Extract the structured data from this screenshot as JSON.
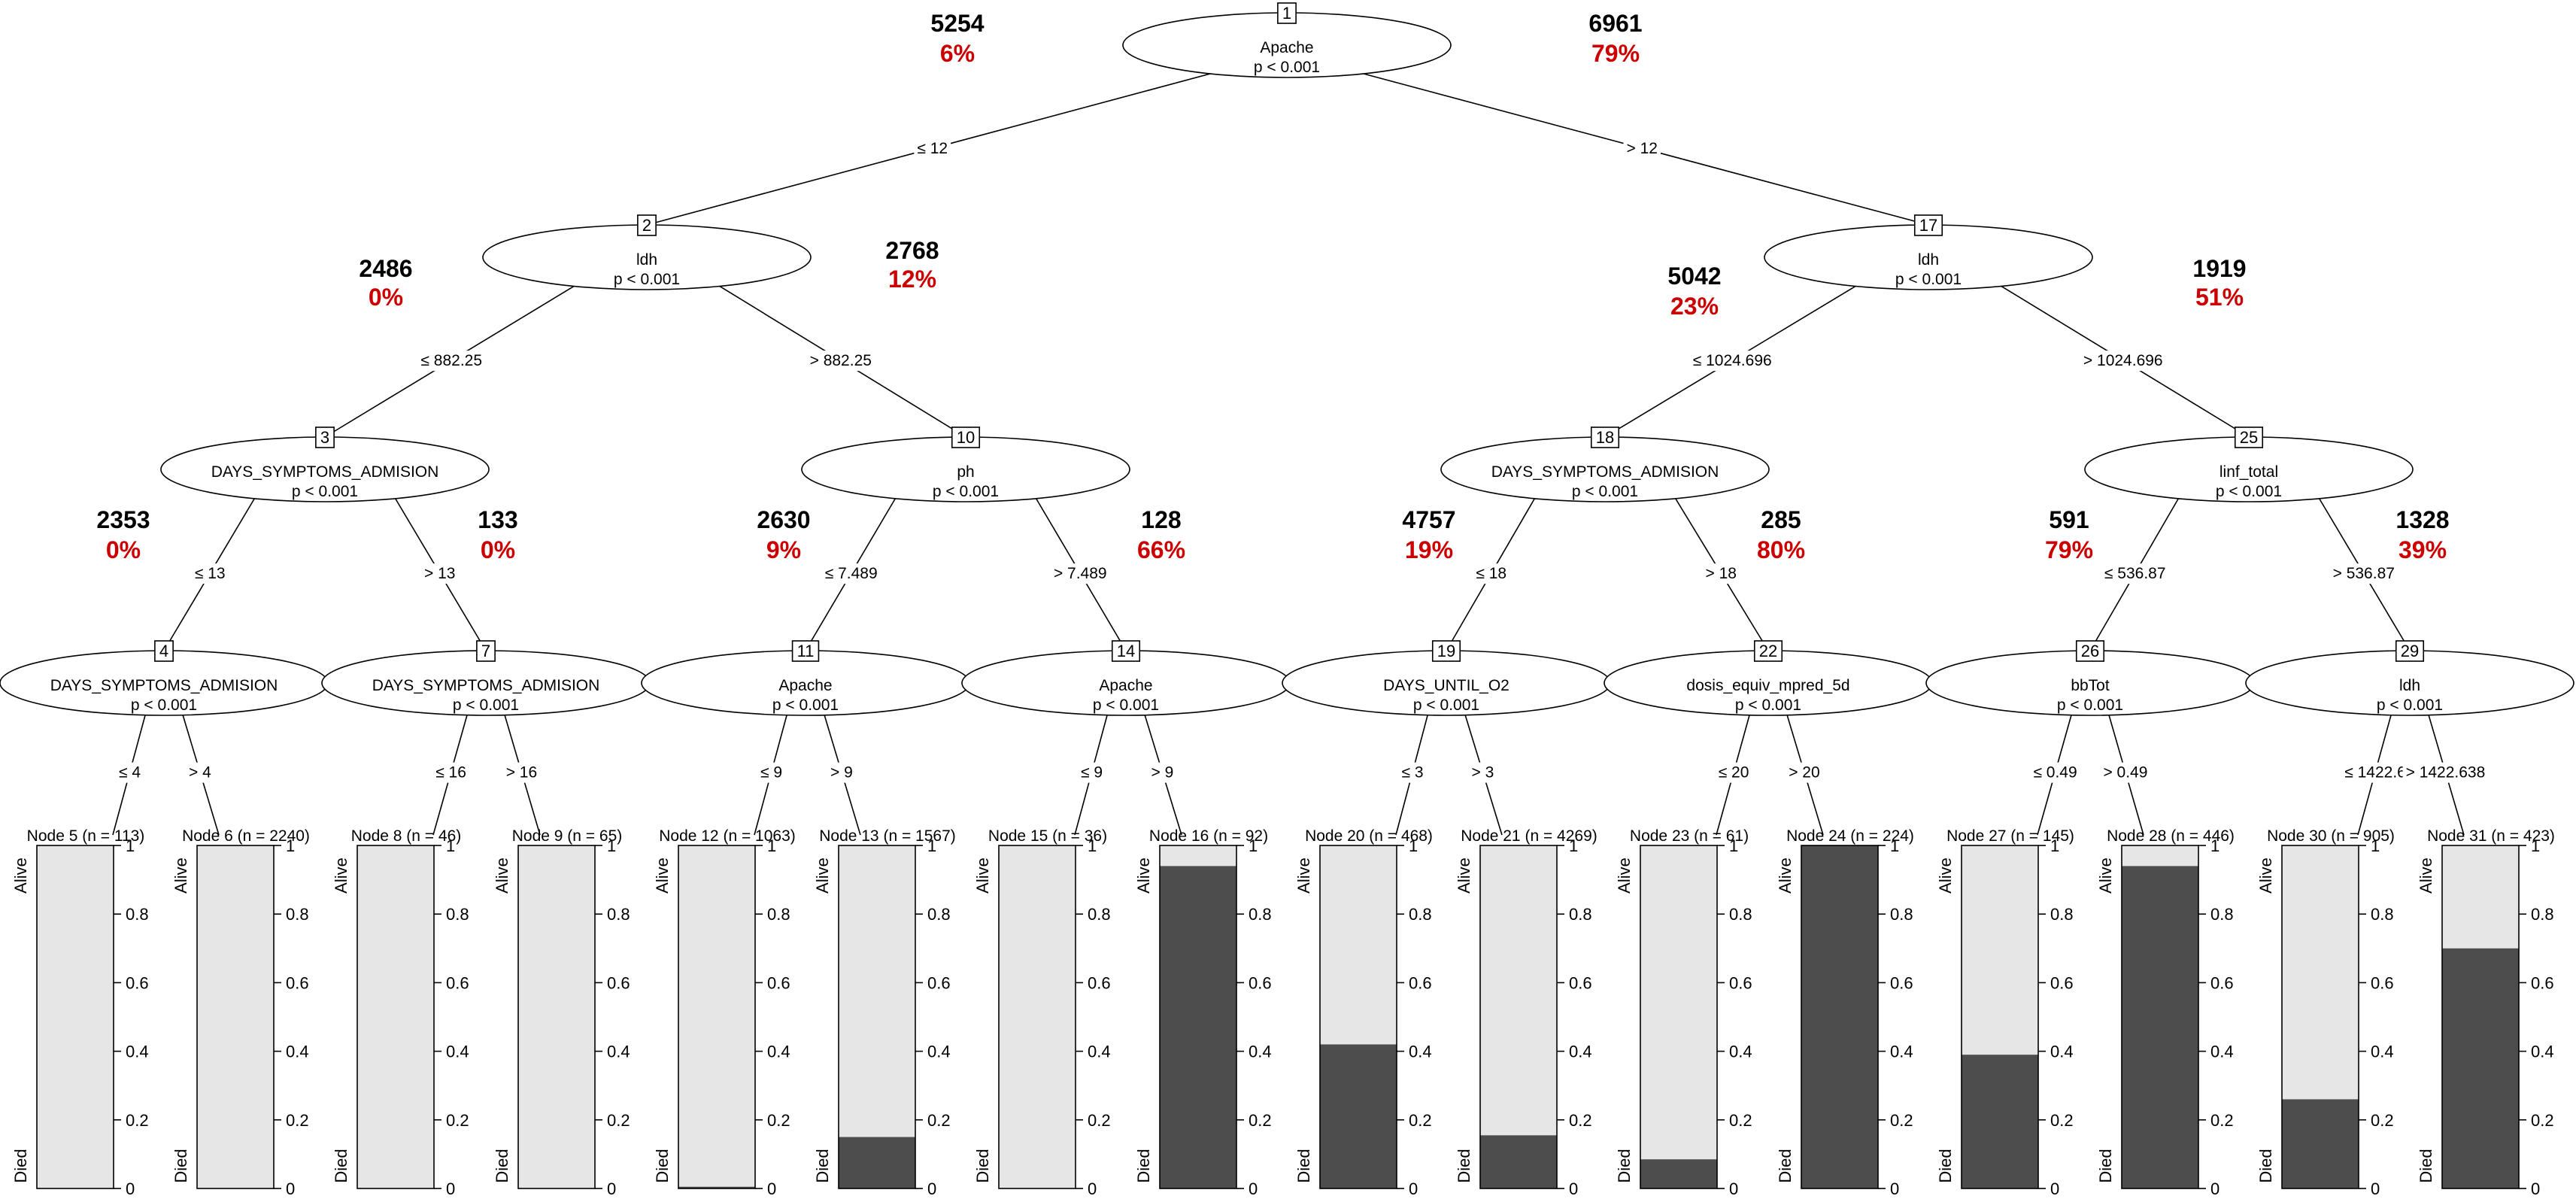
{
  "colors": {
    "died": "#4d4d4d",
    "alive": "#e6e6e6",
    "pct_red": "#cc0000"
  },
  "internal_nodes": [
    {
      "id": "1",
      "var": "Apache",
      "p": "p < 0.001"
    },
    {
      "id": "2",
      "var": "ldh",
      "p": "p < 0.001"
    },
    {
      "id": "3",
      "var": "DAYS_SYMPTOMS_ADMISION",
      "p": "p < 0.001"
    },
    {
      "id": "4",
      "var": "DAYS_SYMPTOMS_ADMISION",
      "p": "p < 0.001"
    },
    {
      "id": "7",
      "var": "DAYS_SYMPTOMS_ADMISION",
      "p": "p < 0.001"
    },
    {
      "id": "10",
      "var": "ph",
      "p": "p < 0.001"
    },
    {
      "id": "11",
      "var": "Apache",
      "p": "p < 0.001"
    },
    {
      "id": "14",
      "var": "Apache",
      "p": "p < 0.001"
    },
    {
      "id": "17",
      "var": "ldh",
      "p": "p < 0.001"
    },
    {
      "id": "18",
      "var": "DAYS_SYMPTOMS_ADMISION",
      "p": "p < 0.001"
    },
    {
      "id": "19",
      "var": "DAYS_UNTIL_O2",
      "p": "p < 0.001"
    },
    {
      "id": "22",
      "var": "dosis_equiv_mpred_5d",
      "p": "p < 0.001"
    },
    {
      "id": "25",
      "var": "linf_total",
      "p": "p < 0.001"
    },
    {
      "id": "26",
      "var": "bbTot",
      "p": "p < 0.001"
    },
    {
      "id": "29",
      "var": "ldh",
      "p": "p < 0.001"
    }
  ],
  "edges": [
    {
      "from": "1",
      "to": "2",
      "label": "≤ 12"
    },
    {
      "from": "1",
      "to": "17",
      "label": "> 12"
    },
    {
      "from": "2",
      "to": "3",
      "label": "≤ 882.25"
    },
    {
      "from": "2",
      "to": "10",
      "label": "> 882.25"
    },
    {
      "from": "3",
      "to": "4",
      "label": "≤ 13"
    },
    {
      "from": "3",
      "to": "7",
      "label": "> 13"
    },
    {
      "from": "10",
      "to": "11",
      "label": "≤ 7.489"
    },
    {
      "from": "10",
      "to": "14",
      "label": "> 7.489"
    },
    {
      "from": "17",
      "to": "18",
      "label": "≤ 1024.696"
    },
    {
      "from": "17",
      "to": "25",
      "label": "> 1024.696"
    },
    {
      "from": "18",
      "to": "19",
      "label": "≤ 18"
    },
    {
      "from": "18",
      "to": "22",
      "label": "> 18"
    },
    {
      "from": "25",
      "to": "26",
      "label": "≤ 536.87"
    },
    {
      "from": "25",
      "to": "29",
      "label": "> 536.87"
    },
    {
      "from": "4",
      "to": "5",
      "label": "≤ 4"
    },
    {
      "from": "4",
      "to": "6",
      "label": "> 4"
    },
    {
      "from": "7",
      "to": "8",
      "label": "≤ 16"
    },
    {
      "from": "7",
      "to": "9",
      "label": "> 16"
    },
    {
      "from": "11",
      "to": "12",
      "label": "≤ 9"
    },
    {
      "from": "11",
      "to": "13",
      "label": "> 9"
    },
    {
      "from": "14",
      "to": "15",
      "label": "≤ 9"
    },
    {
      "from": "14",
      "to": "16",
      "label": "> 9"
    },
    {
      "from": "19",
      "to": "20",
      "label": "≤ 3"
    },
    {
      "from": "19",
      "to": "21",
      "label": "> 3"
    },
    {
      "from": "22",
      "to": "23",
      "label": "≤ 20"
    },
    {
      "from": "22",
      "to": "24",
      "label": "> 20"
    },
    {
      "from": "26",
      "to": "27",
      "label": "≤ 0.49"
    },
    {
      "from": "26",
      "to": "28",
      "label": "> 0.49"
    },
    {
      "from": "29",
      "to": "30",
      "label": "≤ 1422.6"
    },
    {
      "from": "29",
      "to": "31",
      "label": "> 1422.638"
    }
  ],
  "annotations": [
    {
      "node": "1",
      "side": "left",
      "count": "5254",
      "pct": "6%"
    },
    {
      "node": "1",
      "side": "right",
      "count": "6961",
      "pct": "79%"
    },
    {
      "node": "2",
      "side": "left",
      "count": "2486",
      "pct": "0%"
    },
    {
      "node": "2",
      "side": "right",
      "count": "2768",
      "pct": "12%"
    },
    {
      "node": "17",
      "side": "left",
      "count": "5042",
      "pct": "23%"
    },
    {
      "node": "17",
      "side": "right",
      "count": "1919",
      "pct": "51%"
    },
    {
      "node": "3",
      "side": "left",
      "count": "2353",
      "pct": "0%"
    },
    {
      "node": "3",
      "side": "right",
      "count": "133",
      "pct": "0%"
    },
    {
      "node": "10",
      "side": "left",
      "count": "2630",
      "pct": "9%"
    },
    {
      "node": "10",
      "side": "right",
      "count": "128",
      "pct": "66%"
    },
    {
      "node": "18",
      "side": "left",
      "count": "4757",
      "pct": "19%"
    },
    {
      "node": "18",
      "side": "right",
      "count": "285",
      "pct": "80%"
    },
    {
      "node": "25",
      "side": "left",
      "count": "591",
      "pct": "79%"
    },
    {
      "node": "25",
      "side": "right",
      "count": "1328",
      "pct": "39%"
    }
  ],
  "terminal_nodes": [
    {
      "id": "5",
      "label": "Node 5 (n = 113)",
      "died_fraction": 0.0
    },
    {
      "id": "6",
      "label": "Node 6 (n = 2240)",
      "died_fraction": 0.0
    },
    {
      "id": "8",
      "label": "Node 8 (n = 46)",
      "died_fraction": 0.0
    },
    {
      "id": "9",
      "label": "Node 9 (n = 65)",
      "died_fraction": 0.0
    },
    {
      "id": "12",
      "label": "Node 12 (n = 1063)",
      "died_fraction": 0.005
    },
    {
      "id": "13",
      "label": "Node 13 (n = 1567)",
      "died_fraction": 0.15
    },
    {
      "id": "15",
      "label": "Node 15 (n = 36)",
      "died_fraction": 0.0
    },
    {
      "id": "16",
      "label": "Node 16 (n = 92)",
      "died_fraction": 0.94
    },
    {
      "id": "20",
      "label": "Node 20 (n = 468)",
      "died_fraction": 0.42
    },
    {
      "id": "21",
      "label": "Node 21 (n = 4269)",
      "died_fraction": 0.155
    },
    {
      "id": "23",
      "label": "Node 23 (n = 61)",
      "died_fraction": 0.085
    },
    {
      "id": "24",
      "label": "Node 24 (n = 224)",
      "died_fraction": 1.0
    },
    {
      "id": "27",
      "label": "Node 27 (n = 145)",
      "died_fraction": 0.39
    },
    {
      "id": "28",
      "label": "Node 28 (n = 446)",
      "died_fraction": 0.94
    },
    {
      "id": "30",
      "label": "Node 30 (n = 905)",
      "died_fraction": 0.26
    },
    {
      "id": "31",
      "label": "Node 31 (n = 423)",
      "died_fraction": 0.7
    }
  ],
  "axis": {
    "top_label": "Alive",
    "bottom_label": "Died",
    "ticks": [
      "0",
      "0.2",
      "0.4",
      "0.6",
      "0.8",
      "1"
    ]
  }
}
